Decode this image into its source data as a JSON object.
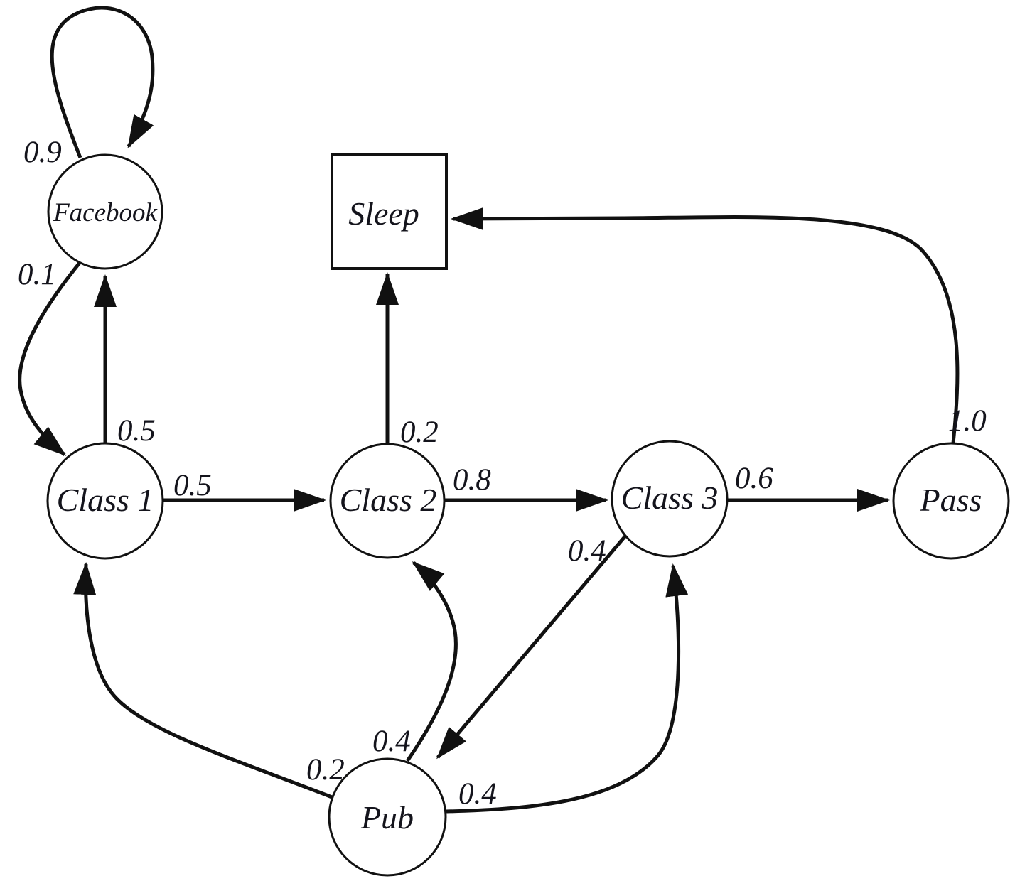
{
  "diagram": {
    "type": "markov-chain-state-diagram",
    "background": "#ffffff",
    "colors": {
      "line": "#111111",
      "text": "#14141c",
      "node_fill": "#ffffff"
    }
  },
  "nodes": {
    "facebook": {
      "label": "Facebook",
      "shape": "circle"
    },
    "class1": {
      "label": "Class 1",
      "shape": "circle"
    },
    "class2": {
      "label": "Class 2",
      "shape": "circle"
    },
    "class3": {
      "label": "Class 3",
      "shape": "circle"
    },
    "pass": {
      "label": "Pass",
      "shape": "circle"
    },
    "pub": {
      "label": "Pub",
      "shape": "circle"
    },
    "sleep": {
      "label": "Sleep",
      "shape": "square"
    }
  },
  "edges": {
    "facebook_self": {
      "from": "Facebook",
      "to": "Facebook",
      "label": "0.9"
    },
    "facebook_class1": {
      "from": "Facebook",
      "to": "Class 1",
      "label": "0.1"
    },
    "class1_facebook": {
      "from": "Class 1",
      "to": "Facebook",
      "label": "0.5"
    },
    "class1_class2": {
      "from": "Class 1",
      "to": "Class 2",
      "label": "0.5"
    },
    "class2_sleep": {
      "from": "Class 2",
      "to": "Sleep",
      "label": "0.2"
    },
    "class2_class3": {
      "from": "Class 2",
      "to": "Class 3",
      "label": "0.8"
    },
    "class3_pass": {
      "from": "Class 3",
      "to": "Pass",
      "label": "0.6"
    },
    "class3_pub": {
      "from": "Class 3",
      "to": "Pub",
      "label": "0.4"
    },
    "pass_sleep": {
      "from": "Pass",
      "to": "Sleep",
      "label": "1.0"
    },
    "pub_class1": {
      "from": "Pub",
      "to": "Class 1",
      "label": "0.2"
    },
    "pub_class2": {
      "from": "Pub",
      "to": "Class 2",
      "label": "0.4"
    },
    "pub_class3": {
      "from": "Pub",
      "to": "Class 3",
      "label": "0.4"
    }
  }
}
